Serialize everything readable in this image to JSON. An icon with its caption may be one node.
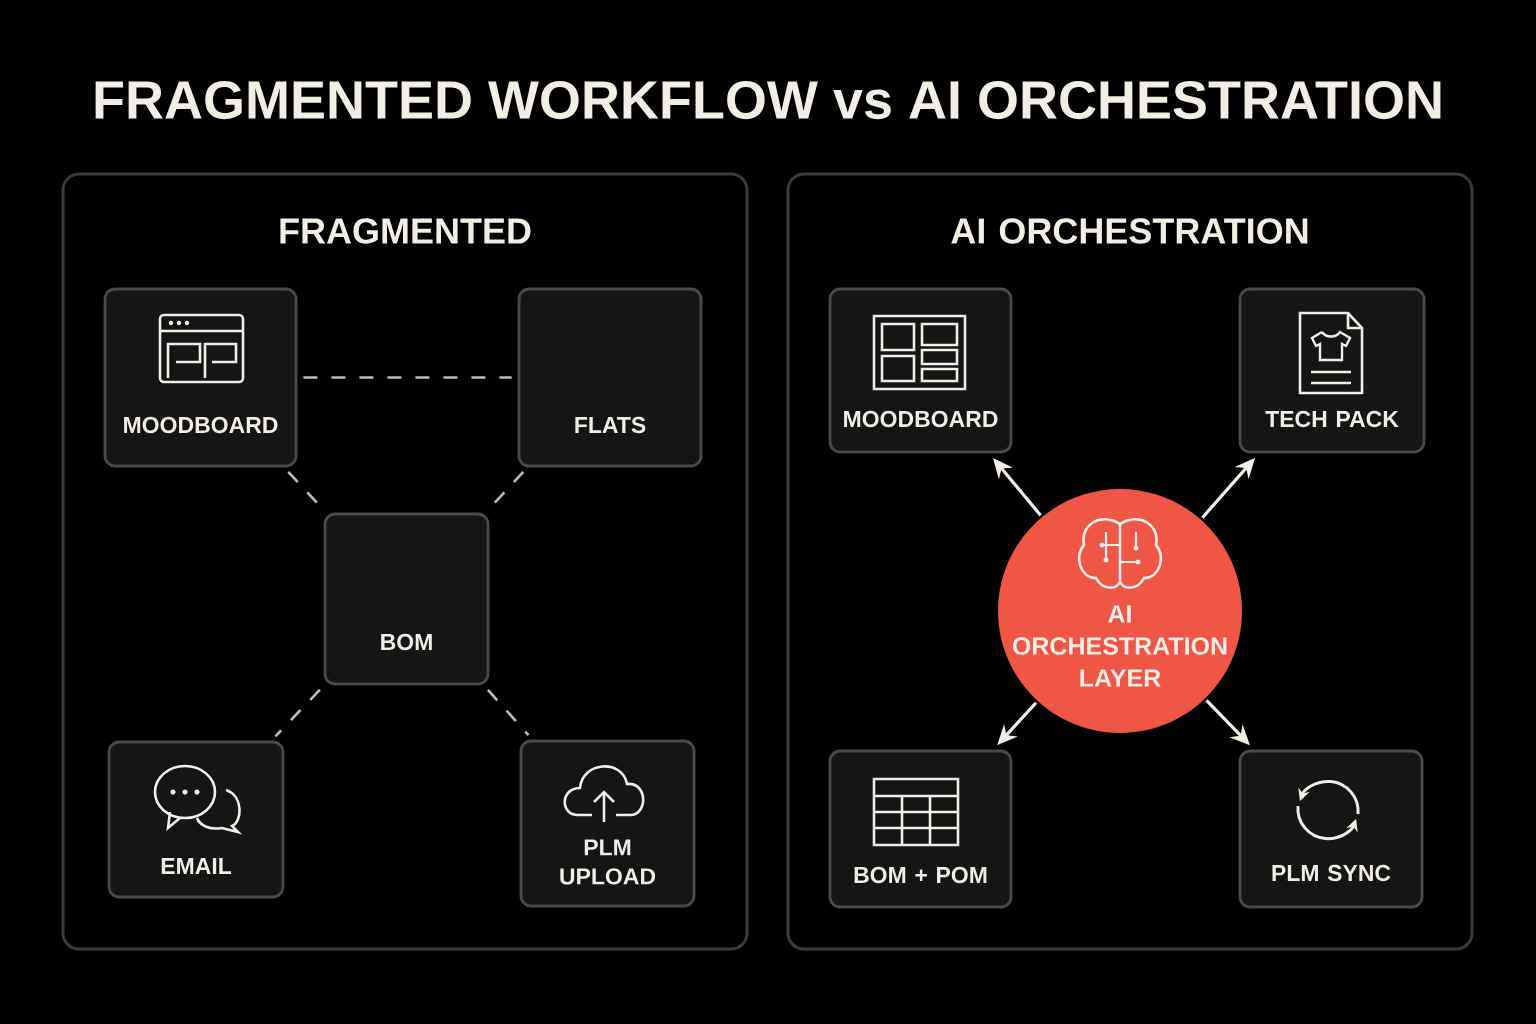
{
  "diagram": {
    "title": "FRAGMENTED WORKFLOW vs AI ORCHESTRATION",
    "nodes": [
      {
        "text": [
          "FRAGMENTED"
        ]
      },
      {
        "text": [
          "MOODBOARD"
        ],
        "in": 0
      },
      {
        "text": [
          "FLATS"
        ],
        "in": 0
      },
      {
        "text": [
          "BOM"
        ],
        "in": 0
      },
      {
        "text": [
          "EMAIL"
        ],
        "in": 0
      },
      {
        "text": [
          "PLM UPLOAD"
        ],
        "in": 0
      },
      {
        "text": [
          "AI ORCHESTRATION"
        ]
      },
      {
        "text": [
          "MOODBOARD"
        ],
        "in": 6
      },
      {
        "text": [
          "TECH PACK"
        ],
        "in": 6
      },
      {
        "text": [
          "AI ORCHESTRATION LAYER"
        ],
        "in": 6
      },
      {
        "text": [
          "BOM + POM"
        ],
        "in": 6
      },
      {
        "text": [
          "PLM SYNC"
        ],
        "in": 6
      }
    ],
    "edges": [
      {
        "from": 1,
        "to": 2,
        "arrow": "none",
        "style": "dashed"
      },
      {
        "from": 1,
        "to": 3,
        "arrow": "none",
        "style": "dashed"
      },
      {
        "from": 2,
        "to": 3,
        "arrow": "none",
        "style": "dashed"
      },
      {
        "from": 3,
        "to": 4,
        "arrow": "none",
        "style": "dashed"
      },
      {
        "from": 3,
        "to": 5,
        "arrow": "none",
        "style": "dashed"
      },
      {
        "from": 9,
        "to": 7,
        "arrow": "to"
      },
      {
        "from": 9,
        "to": 8,
        "arrow": "to"
      },
      {
        "from": 9,
        "to": 10,
        "arrow": "to"
      },
      {
        "from": 9,
        "to": 11,
        "arrow": "to"
      }
    ]
  }
}
